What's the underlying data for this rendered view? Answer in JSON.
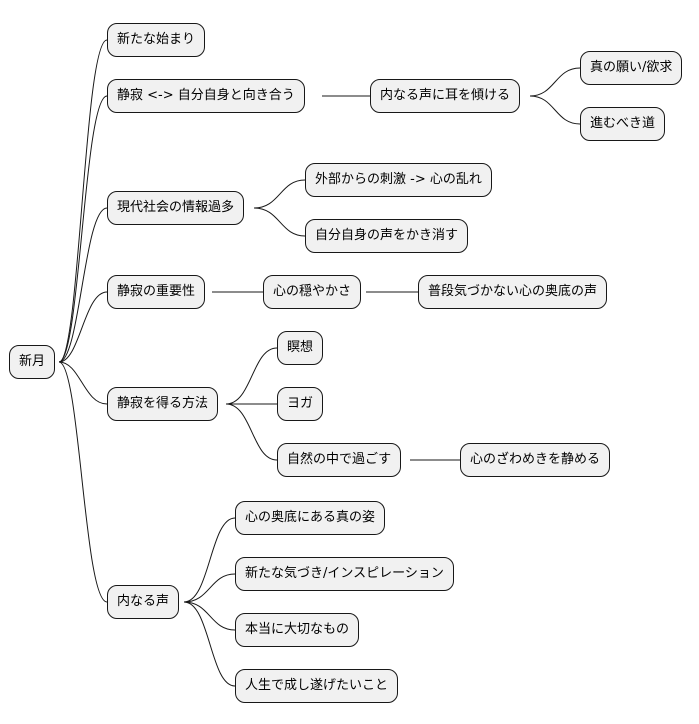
{
  "mindmap": {
    "root": {
      "label": "新月"
    },
    "branches": [
      {
        "label": "新たな始まり"
      },
      {
        "label": "静寂 <-> 自分自身と向き合う",
        "child": {
          "label": "内なる声に耳を傾ける",
          "children": [
            {
              "label": "真の願い/欲求"
            },
            {
              "label": "進むべき道"
            }
          ]
        }
      },
      {
        "label": "現代社会の情報過多",
        "children": [
          {
            "label": "外部からの刺激 -> 心の乱れ"
          },
          {
            "label": "自分自身の声をかき消す"
          }
        ]
      },
      {
        "label": "静寂の重要性",
        "child": {
          "label": "心の穏やかさ",
          "child": {
            "label": "普段気づかない心の奥底の声"
          }
        }
      },
      {
        "label": "静寂を得る方法",
        "children": [
          {
            "label": "瞑想"
          },
          {
            "label": "ヨガ"
          },
          {
            "label": "自然の中で過ごす"
          }
        ],
        "grandchild": {
          "label": "心のざわめきを静める"
        }
      },
      {
        "label": "内なる声",
        "children": [
          {
            "label": "心の奥底にある真の姿"
          },
          {
            "label": "新たな気づき/インスピレーション"
          },
          {
            "label": "本当に大切なもの"
          },
          {
            "label": "人生で成し遂げたいこと"
          }
        ]
      }
    ]
  }
}
